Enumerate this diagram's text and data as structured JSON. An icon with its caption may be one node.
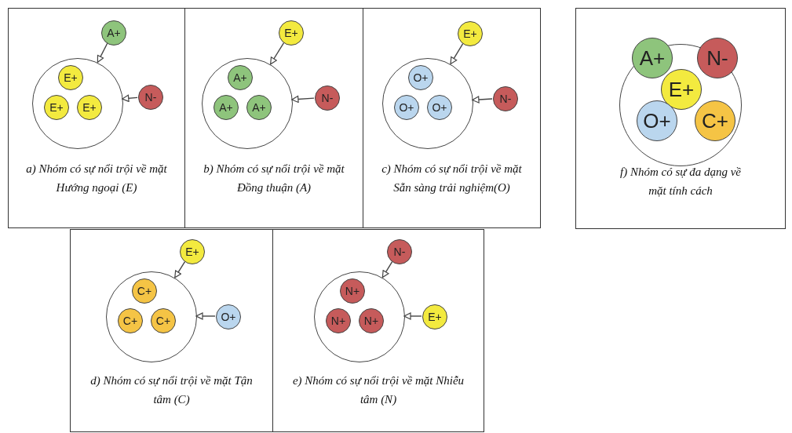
{
  "diagram": {
    "nodes": [
      {
        "text": [
          "a) Nhóm có sự nổi trội về mặt Hướng ngoại (E)"
        ]
      },
      {
        "text": [
          "A+"
        ],
        "in": 0
      },
      {
        "text": [],
        "shape": "circle",
        "in": 0
      },
      {
        "text": [
          "E+"
        ],
        "in": 2
      },
      {
        "text": [
          "E+"
        ],
        "in": 2
      },
      {
        "text": [
          "E+"
        ],
        "in": 2
      },
      {
        "text": [
          "N-"
        ],
        "in": 0
      },
      {
        "text": [
          "b) Nhóm có sự nổi trội về mặt Đồng thuận (A)"
        ]
      },
      {
        "text": [
          "E+"
        ],
        "in": 7
      },
      {
        "text": [],
        "shape": "circle",
        "in": 7
      },
      {
        "text": [
          "A+"
        ],
        "in": 9
      },
      {
        "text": [
          "A+"
        ],
        "in": 9
      },
      {
        "text": [
          "A+"
        ],
        "in": 9
      },
      {
        "text": [
          "N-"
        ],
        "in": 7
      },
      {
        "text": [
          "c) Nhóm có sự nổi trội về mặt Sẵn sàng trải nghiệm(O)"
        ]
      },
      {
        "text": [
          "E+"
        ],
        "in": 14
      },
      {
        "text": [],
        "shape": "circle",
        "in": 14
      },
      {
        "text": [
          "O+"
        ],
        "in": 16
      },
      {
        "text": [
          "O+"
        ],
        "in": 16
      },
      {
        "text": [
          "O+"
        ],
        "in": 16
      },
      {
        "text": [
          "N-"
        ],
        "in": 14
      },
      {
        "text": [
          "d) Nhóm có sự nổi trội về mặt Tận tâm (C)"
        ]
      },
      {
        "text": [
          "E+"
        ],
        "in": 21
      },
      {
        "text": [],
        "shape": "circle",
        "in": 21
      },
      {
        "text": [
          "C+"
        ],
        "in": 23
      },
      {
        "text": [
          "C+"
        ],
        "in": 23
      },
      {
        "text": [
          "C+"
        ],
        "in": 23
      },
      {
        "text": [
          "O+"
        ],
        "in": 21
      },
      {
        "text": [
          "e) Nhóm có sự nổi trội về mặt Nhiễu tâm (N)"
        ]
      },
      {
        "text": [
          "N-"
        ],
        "in": 28
      },
      {
        "text": [],
        "shape": "circle",
        "in": 28
      },
      {
        "text": [
          "N+"
        ],
        "in": 30
      },
      {
        "text": [
          "N+"
        ],
        "in": 30
      },
      {
        "text": [
          "N+"
        ],
        "in": 30
      },
      {
        "text": [
          "E+"
        ],
        "in": 28
      },
      {
        "text": [
          "f) Nhóm có sự đa dạng về mặt tính cách"
        ]
      },
      {
        "text": [],
        "shape": "circle",
        "in": 35
      },
      {
        "text": [
          "A+"
        ],
        "in": 36
      },
      {
        "text": [
          "N-"
        ],
        "in": 36
      },
      {
        "text": [
          "E+"
        ],
        "in": 36
      },
      {
        "text": [
          "O+"
        ],
        "in": 36
      },
      {
        "text": [
          "C+"
        ],
        "in": 36
      }
    ],
    "edges": [
      {
        "from": 1,
        "to": 2,
        "arrow": "to"
      },
      {
        "from": 6,
        "to": 2,
        "arrow": "to"
      },
      {
        "from": 8,
        "to": 9,
        "arrow": "to"
      },
      {
        "from": 13,
        "to": 9,
        "arrow": "to"
      },
      {
        "from": 15,
        "to": 16,
        "arrow": "to"
      },
      {
        "from": 20,
        "to": 16,
        "arrow": "to"
      },
      {
        "from": 22,
        "to": 23,
        "arrow": "to"
      },
      {
        "from": 27,
        "to": 23,
        "arrow": "to"
      },
      {
        "from": 29,
        "to": 30,
        "arrow": "to"
      },
      {
        "from": 34,
        "to": 30,
        "arrow": "to"
      }
    ]
  }
}
